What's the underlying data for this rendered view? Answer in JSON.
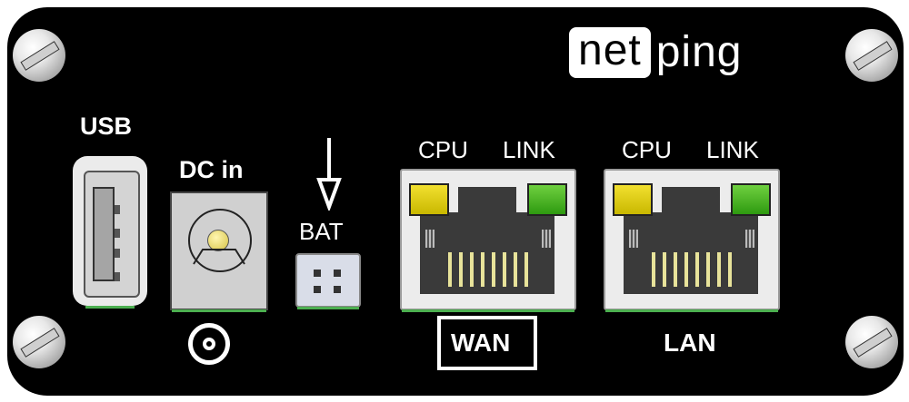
{
  "brand": {
    "logo_part1": "net",
    "logo_part2": "ping"
  },
  "ports": {
    "usb": {
      "label": "USB"
    },
    "dc": {
      "label": "DC in"
    },
    "battery": {
      "label": "BAT"
    },
    "wan": {
      "cpu_label": "CPU",
      "link_label": "LINK",
      "label": "WAN",
      "cpu_led_color": "#f2e030",
      "link_led_color": "#4cc030"
    },
    "lan": {
      "cpu_label": "CPU",
      "link_label": "LINK",
      "label": "LAN",
      "cpu_led_color": "#f2e030",
      "link_led_color": "#4cc030"
    }
  }
}
